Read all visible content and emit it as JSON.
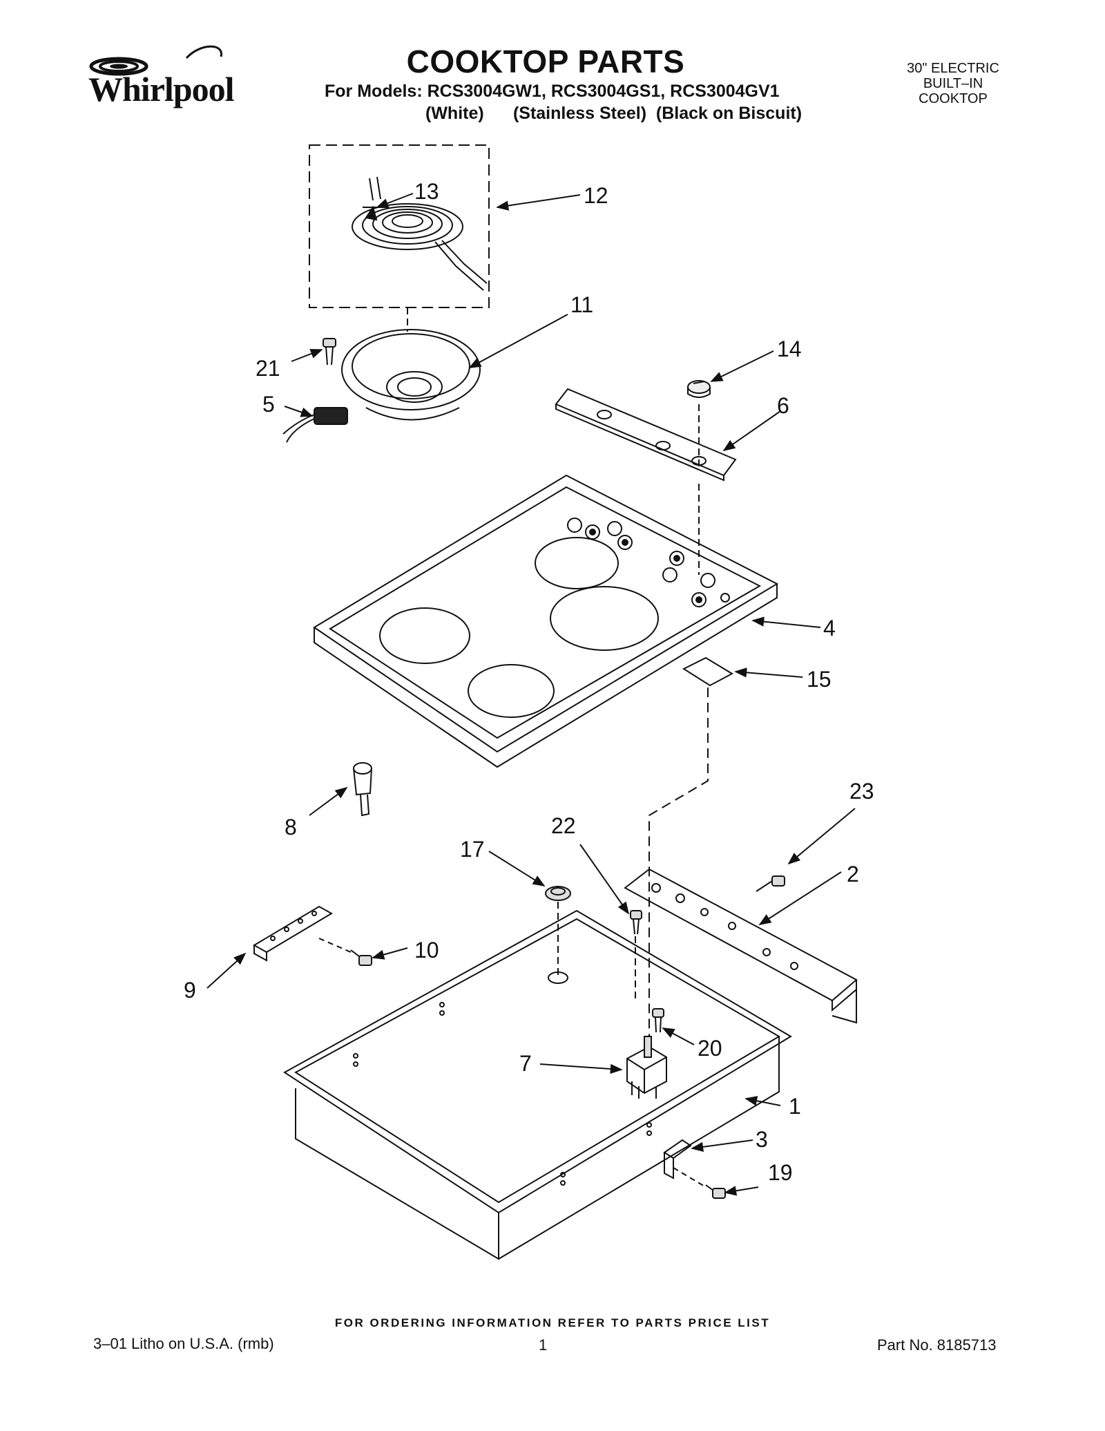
{
  "header": {
    "brand": "Whirlpool",
    "title": "COOKTOP PARTS",
    "models_line": "For Models: RCS3004GW1, RCS3004GS1, RCS3004GV1",
    "variants": [
      "(White)",
      "(Stainless Steel)",
      "(Black on Biscuit)"
    ],
    "appliance_type": [
      "30\" ELECTRIC",
      "BUILT–IN",
      "COOKTOP"
    ]
  },
  "diagram": {
    "callouts": [
      "1",
      "2",
      "3",
      "4",
      "5",
      "6",
      "7",
      "8",
      "9",
      "10",
      "11",
      "12",
      "13",
      "14",
      "15",
      "17",
      "19",
      "20",
      "21",
      "22",
      "23"
    ]
  },
  "footer": {
    "ordering_note": "FOR ORDERING INFORMATION REFER TO PARTS PRICE LIST",
    "litho": "3–01 Litho on U.S.A. (rmb)",
    "page_number": "1",
    "part_number": "Part No. 8185713"
  },
  "colors": {
    "ink": "#111111",
    "paper": "#ffffff"
  }
}
